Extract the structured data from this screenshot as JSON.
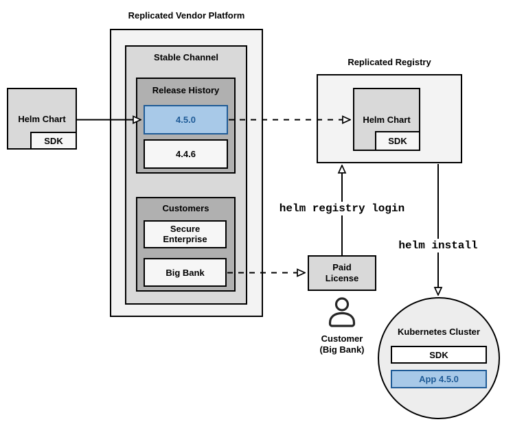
{
  "colors": {
    "outer_fill": "#f3f3f3",
    "mid_fill": "#d9d9d9",
    "dark_fill": "#b0b0b0",
    "light_fill": "#f6f6f6",
    "white_fill": "#ffffff",
    "circle_fill": "#ededed",
    "blue_fill": "#a8c9e8",
    "blue_stroke": "#1e5a96",
    "line": "#000000"
  },
  "vendor_chart": {
    "label": "Helm Chart",
    "sdk_label": "SDK"
  },
  "platform": {
    "title": "Replicated Vendor Platform",
    "stable_channel": {
      "title": "Stable Channel"
    },
    "release_history": {
      "title": "Release History",
      "releases": [
        {
          "version": "4.5.0",
          "highlighted": true
        },
        {
          "version": "4.4.6",
          "highlighted": false
        }
      ]
    },
    "customers": {
      "title": "Customers",
      "items": [
        {
          "name": "Secure Enterprise"
        },
        {
          "name": "Big Bank"
        }
      ]
    }
  },
  "registry": {
    "title": "Replicated Registry",
    "chart_label": "Helm Chart",
    "sdk_label": "SDK"
  },
  "paid_license": {
    "label": "Paid License"
  },
  "customer": {
    "line1": "Customer",
    "line2": "(Big Bank)"
  },
  "commands": {
    "registry_login": "helm registry login",
    "install": "helm install"
  },
  "cluster": {
    "title": "Kubernetes Cluster",
    "sdk_label": "SDK",
    "app_label": "App 4.5.0"
  }
}
